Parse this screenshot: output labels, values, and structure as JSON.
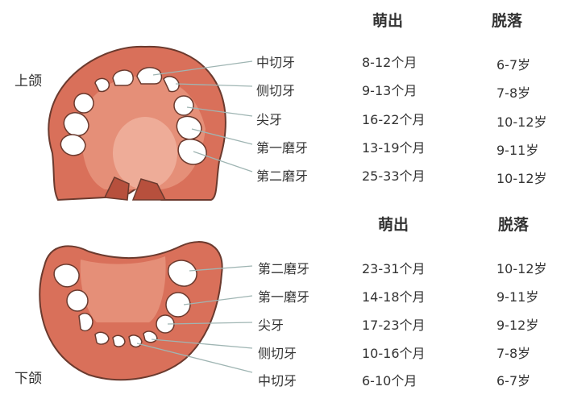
{
  "upper_jaw": {
    "label": "上颌",
    "headers": {
      "erupt": "萌出",
      "shed": "脱落"
    },
    "rows": [
      {
        "tooth": "中切牙",
        "erupt": "8-12个月",
        "shed": "6-7岁"
      },
      {
        "tooth": "侧切牙",
        "erupt": "9-13个月",
        "shed": "7-8岁"
      },
      {
        "tooth": "尖牙",
        "erupt": "16-22个月",
        "shed": "10-12岁"
      },
      {
        "tooth": "第一磨牙",
        "erupt": "13-19个月",
        "shed": "9-11岁"
      },
      {
        "tooth": "第二磨牙",
        "erupt": "25-33个月",
        "shed": "10-12岁"
      }
    ]
  },
  "lower_jaw": {
    "label": "下颌",
    "headers": {
      "erupt": "萌出",
      "shed": "脱落"
    },
    "rows": [
      {
        "tooth": "第二磨牙",
        "erupt": "23-31个月",
        "shed": "10-12岁"
      },
      {
        "tooth": "第一磨牙",
        "erupt": "14-18个月",
        "shed": "9-11岁"
      },
      {
        "tooth": "尖牙",
        "erupt": "17-23个月",
        "shed": "9-12岁"
      },
      {
        "tooth": "侧切牙",
        "erupt": "10-16个月",
        "shed": "7-8岁"
      },
      {
        "tooth": "中切牙",
        "erupt": "6-10个月",
        "shed": "6-7岁"
      }
    ]
  },
  "colors": {
    "gum": "#d9705a",
    "gum_dark": "#c55a45",
    "palate": "#eaa08c",
    "tooth": "#ffffff",
    "outline": "#6b3a2e",
    "leader": "#9fb5b3"
  }
}
